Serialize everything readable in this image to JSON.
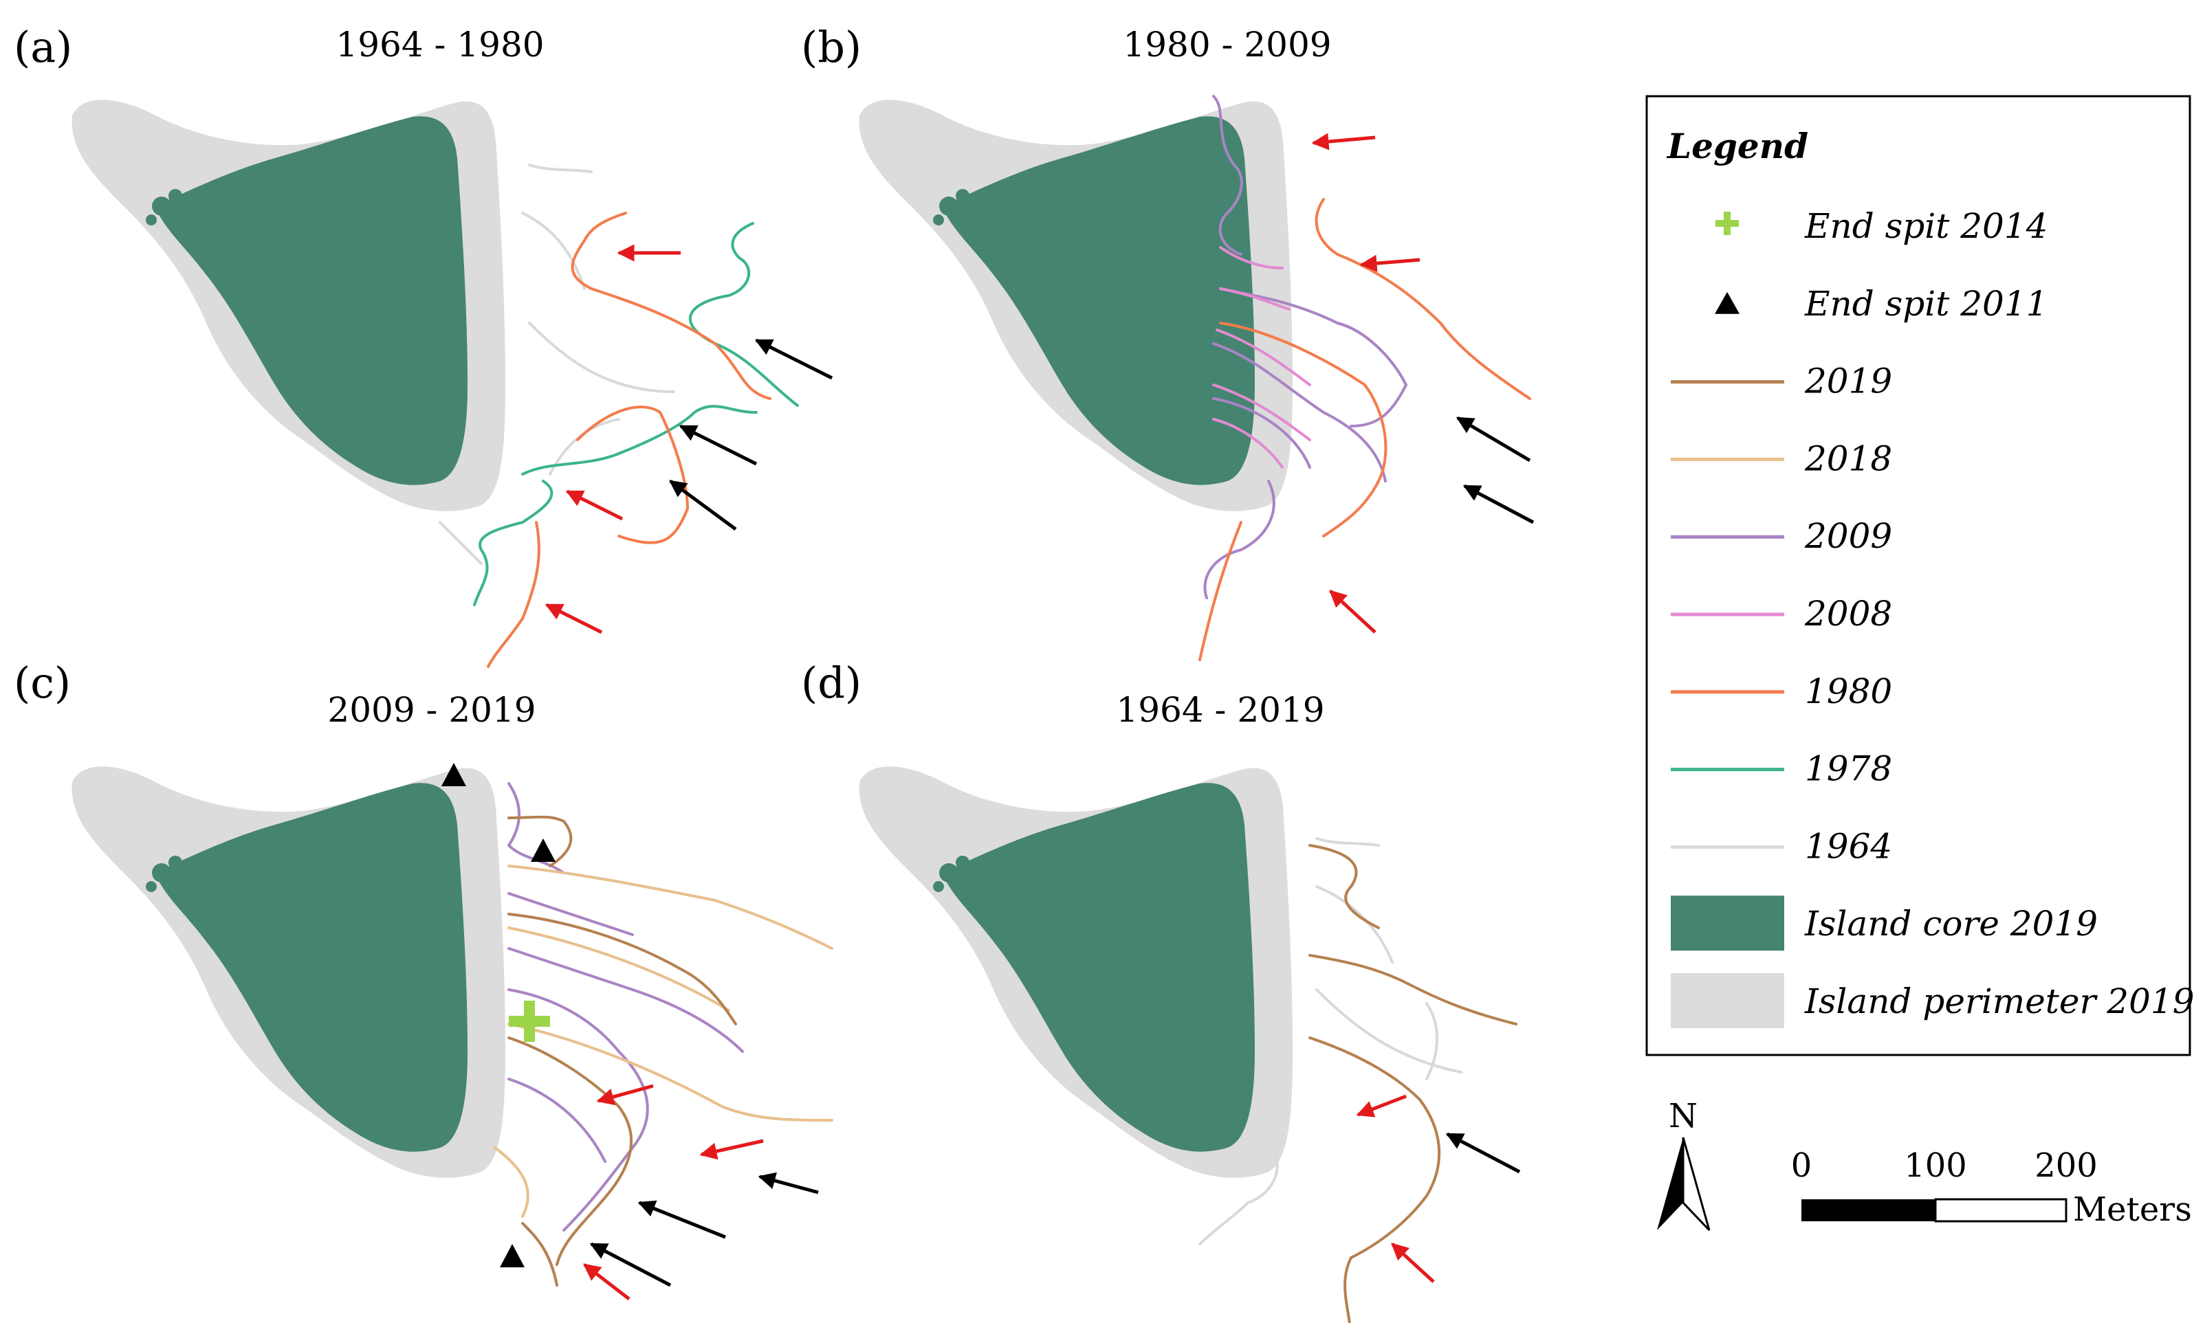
{
  "panels": [
    {
      "label": "(a)",
      "title": "1964 - 1980"
    },
    {
      "label": "(b)",
      "title": "1980 - 2009"
    },
    {
      "label": "(c)",
      "title": "2009 - 2019"
    },
    {
      "label": "(d)",
      "title": "1964 - 2019"
    }
  ],
  "legend": {
    "title": "Legend",
    "items": [
      {
        "label": "End spit 2014",
        "symbol": "plus",
        "color": "#9cd44a"
      },
      {
        "label": "End spit 2011",
        "symbol": "triangle",
        "color": "#000000"
      },
      {
        "label": "2019",
        "symbol": "line",
        "color": "#b5814f"
      },
      {
        "label": "2018",
        "symbol": "line",
        "color": "#e8c08e"
      },
      {
        "label": "2009",
        "symbol": "line",
        "color": "#a984c4"
      },
      {
        "label": "2008",
        "symbol": "line",
        "color": "#e48ad2"
      },
      {
        "label": "1980",
        "symbol": "line",
        "color": "#f47c4c"
      },
      {
        "label": "1978",
        "symbol": "line",
        "color": "#3bb48c"
      },
      {
        "label": "1964",
        "symbol": "line",
        "color": "#d9d9d9"
      },
      {
        "label": "Island core 2019",
        "symbol": "fill",
        "color": "#458470"
      },
      {
        "label": "Island perimeter 2019",
        "symbol": "fill",
        "color": "#dcdcdc"
      }
    ]
  },
  "north_arrow": {
    "label": "N"
  },
  "scale_bar": {
    "ticks": [
      "0",
      "100",
      "200"
    ],
    "unit": "Meters"
  },
  "arrow_colors": {
    "red": "#e31a1c",
    "black": "#000000"
  }
}
